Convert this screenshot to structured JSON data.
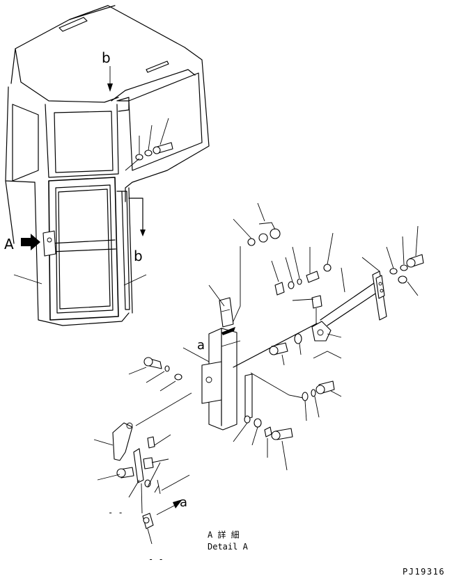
{
  "view_labels": {
    "b_top": "b",
    "b_side": "b",
    "A_arrow": "A",
    "a_upper": "a",
    "a_lower": "a"
  },
  "detail_caption": {
    "title_jp": "A 詳 細",
    "title_en": "Detail A"
  },
  "small_marks": {
    "dash_left": "- -",
    "dash_bottom": "- -"
  },
  "drawing_number": "PJ19316"
}
